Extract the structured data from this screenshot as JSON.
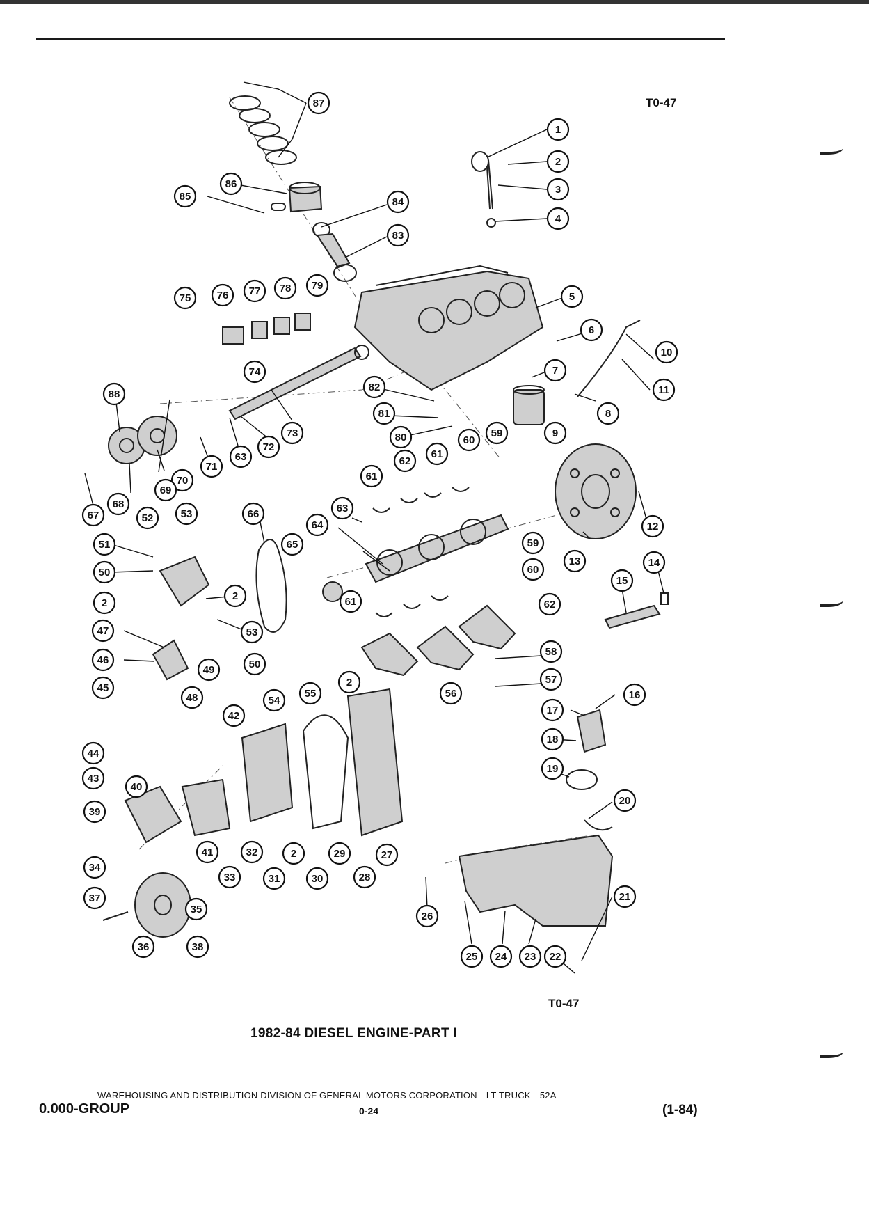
{
  "figure": {
    "code_top": "T0-47",
    "code_bottom": "T0-47",
    "caption": "1982-84 DIESEL ENGINE-PART I",
    "callouts": [
      "1",
      "2",
      "3",
      "4",
      "5",
      "6",
      "7",
      "8",
      "9",
      "10",
      "11",
      "12",
      "13",
      "14",
      "15",
      "16",
      "17",
      "18",
      "19",
      "20",
      "21",
      "22",
      "23",
      "24",
      "25",
      "26",
      "27",
      "28",
      "29",
      "30",
      "31",
      "32",
      "33",
      "34",
      "35",
      "36",
      "37",
      "38",
      "39",
      "40",
      "41",
      "42",
      "43",
      "44",
      "45",
      "46",
      "47",
      "48",
      "49",
      "50",
      "51",
      "52",
      "53",
      "54",
      "55",
      "56",
      "57",
      "58",
      "59",
      "60",
      "61",
      "62",
      "63",
      "64",
      "65",
      "66",
      "67",
      "68",
      "69",
      "70",
      "71",
      "72",
      "73",
      "74",
      "75",
      "76",
      "77",
      "78",
      "79",
      "80",
      "81",
      "82",
      "83",
      "84",
      "85",
      "86",
      "87",
      "88"
    ]
  },
  "footer": {
    "publisher": "WAREHOUSING AND DISTRIBUTION  DIVISION OF GENERAL MOTORS CORPORATION—LT TRUCK—52A",
    "group": "0.000-GROUP",
    "page": "0-24",
    "date": "(1-84)"
  }
}
